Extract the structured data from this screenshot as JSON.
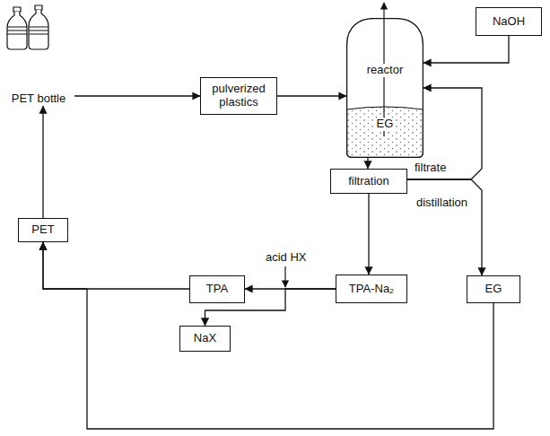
{
  "diagram": {
    "nodes": [
      {
        "text": [
          "PET bottle"
        ]
      },
      {
        "text": [
          "pulverized plastics"
        ]
      },
      {
        "text": [
          "reactor",
          "EG"
        ]
      },
      {
        "text": [
          "NaOH"
        ]
      },
      {
        "text": [
          "filtration"
        ]
      },
      {
        "text": [
          "PET"
        ]
      },
      {
        "text": [
          "TPA"
        ]
      },
      {
        "text": [
          "TPA-Na₂"
        ]
      },
      {
        "text": [
          "NaX"
        ]
      },
      {
        "text": [
          "EG"
        ]
      }
    ],
    "edges": [
      {
        "from": 0,
        "to": 1,
        "arrow": "to"
      },
      {
        "from": 1,
        "to": 2,
        "arrow": "to"
      },
      {
        "from": 3,
        "to": 2,
        "arrow": "to"
      },
      {
        "from": 2,
        "to": 4,
        "arrow": "to"
      },
      {
        "from": 4,
        "to": 7,
        "arrow": "to"
      },
      {
        "from": 4,
        "to": 2,
        "label": "filtrate",
        "arrow": "to"
      },
      {
        "from": 4,
        "to": 9,
        "label": "distillation",
        "arrow": "to"
      },
      {
        "from": 7,
        "to": 6,
        "arrow": "to"
      },
      {
        "from": 7,
        "to": 8,
        "arrow": "to"
      },
      {
        "from": 6,
        "to": 5,
        "arrow": "to"
      },
      {
        "from": 9,
        "to": 5,
        "arrow": "to"
      },
      {
        "from": 5,
        "to": 0,
        "arrow": "to"
      }
    ],
    "labels": [
      "acid HX"
    ]
  }
}
